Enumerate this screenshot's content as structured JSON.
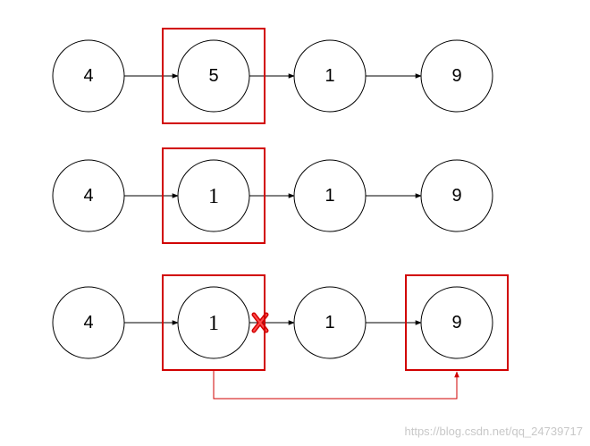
{
  "colors": {
    "node_stroke": "#000000",
    "edge": "#000000",
    "highlight": "#d10000",
    "changed_text": "#d10000",
    "watermark": "#c8c8c8"
  },
  "rows": [
    {
      "nodes": [
        {
          "label": "4",
          "changed": false
        },
        {
          "label": "5",
          "changed": false,
          "highlighted": true
        },
        {
          "label": "1",
          "changed": false
        },
        {
          "label": "9",
          "changed": false
        }
      ],
      "edges": [
        {
          "from": 0,
          "to": 1
        },
        {
          "from": 1,
          "to": 2
        },
        {
          "from": 2,
          "to": 3
        }
      ]
    },
    {
      "nodes": [
        {
          "label": "4",
          "changed": false
        },
        {
          "label": "1",
          "changed": true,
          "highlighted": true
        },
        {
          "label": "1",
          "changed": false
        },
        {
          "label": "9",
          "changed": false
        }
      ],
      "edges": [
        {
          "from": 0,
          "to": 1
        },
        {
          "from": 1,
          "to": 2
        },
        {
          "from": 2,
          "to": 3
        }
      ]
    },
    {
      "nodes": [
        {
          "label": "4",
          "changed": false
        },
        {
          "label": "1",
          "changed": true,
          "highlighted": true
        },
        {
          "label": "1",
          "changed": false
        },
        {
          "label": "9",
          "changed": false,
          "highlighted": true
        }
      ],
      "edges": [
        {
          "from": 0,
          "to": 1
        },
        {
          "from": 1,
          "to": 2,
          "removed": true
        },
        {
          "from": 2,
          "to": 3
        }
      ],
      "redirect": {
        "from": 1,
        "to": 3
      }
    }
  ],
  "removed_marker_icon": "red-x-icon",
  "watermark": "https://blog.csdn.net/qq_24739717"
}
